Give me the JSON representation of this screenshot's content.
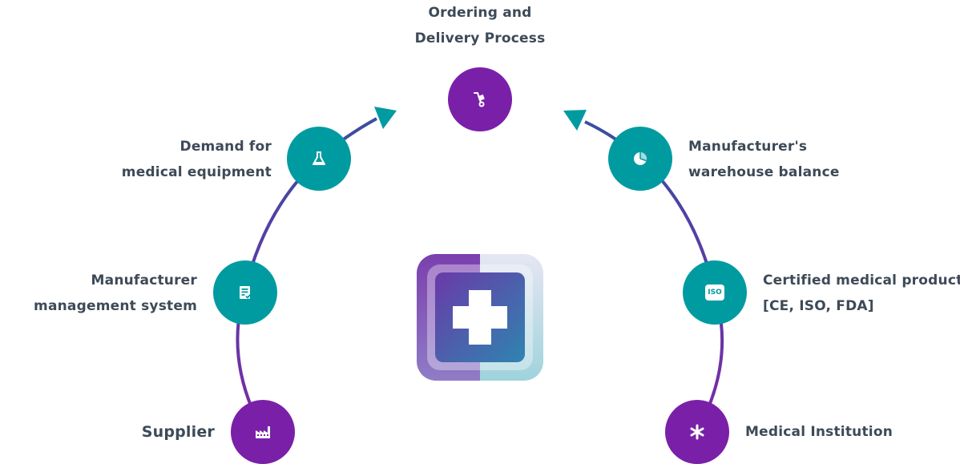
{
  "colors": {
    "teal": "#009ba1",
    "purple": "#7a20a8",
    "arc_gradient": [
      "#7b2aa8",
      "#3b4ea0"
    ],
    "text": "#3d4a57",
    "logo_gradient": [
      "#6a3aa8",
      "#2f84b0"
    ]
  },
  "nodes": {
    "ordering": {
      "icon": "hand-truck-icon",
      "lines": [
        "Ordering and",
        "Delivery Process"
      ]
    },
    "demand": {
      "icon": "flask-icon",
      "lines": [
        "Demand for",
        "medical equipment"
      ]
    },
    "management": {
      "icon": "document-check-icon",
      "lines": [
        "Manufacturer",
        "management system"
      ]
    },
    "supplier": {
      "icon": "factory-icon",
      "lines": [
        "Supplier"
      ]
    },
    "warehouse": {
      "icon": "pie-chart-icon",
      "lines": [
        "Manufacturer's",
        "warehouse balance"
      ]
    },
    "certified": {
      "icon": "iso-badge-icon",
      "icon_text": "ISO",
      "lines": [
        "Certified medical products",
        "[CE, ISO, FDA]"
      ]
    },
    "institution": {
      "icon": "asterisk-icon",
      "lines": [
        "Medical Institution"
      ]
    }
  },
  "center_logo": {
    "icon": "medical-cross-icon"
  }
}
